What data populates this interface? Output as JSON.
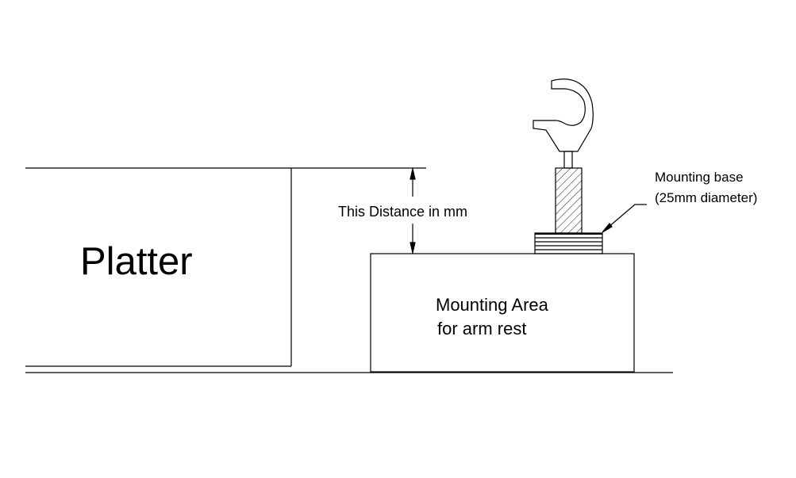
{
  "labels": {
    "platter": "Platter",
    "distance": "This Distance in mm",
    "mounting_area_line1": "Mounting Area",
    "mounting_area_line2": "for arm rest",
    "mounting_base_line1": "Mounting base",
    "mounting_base_line2": "(25mm diameter)"
  },
  "colors": {
    "line": "#000000",
    "background": "#ffffff"
  }
}
